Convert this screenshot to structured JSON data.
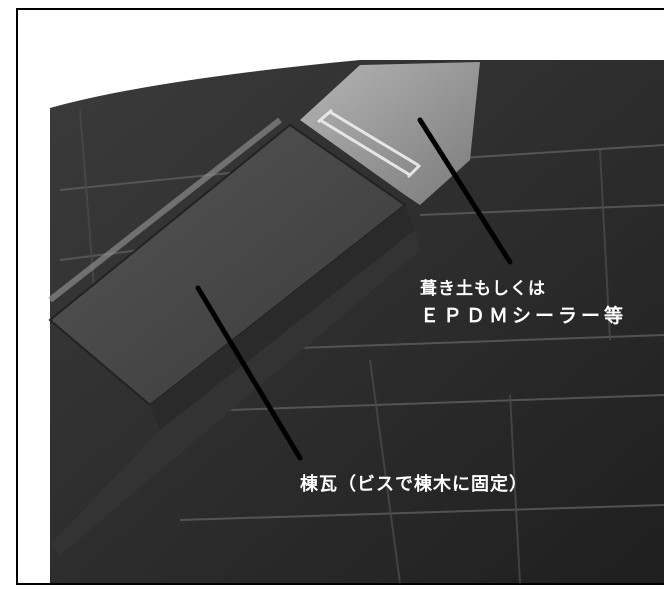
{
  "annotations": {
    "top_label_line1": "葺き土もしくは",
    "top_label_line2": "ＥＰＤＭシーラー等",
    "bottom_label": "棟瓦（ビスで棟木に固定）"
  },
  "colors": {
    "frame_border": "#000000",
    "label_text": "#ffffff",
    "pointer_line": "#000000"
  }
}
